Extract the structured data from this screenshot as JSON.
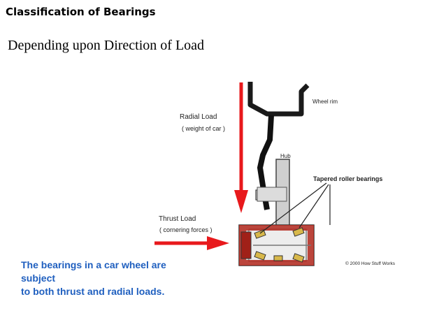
{
  "slide": {
    "title": "Classification of Bearings",
    "subtitle": "Depending upon Direction of Load"
  },
  "diagram": {
    "wheel_rim_label": "Wheel rim",
    "radial_load_label": "Radial Load",
    "radial_load_sublabel": "( weight of car )",
    "hub_label": "Hub",
    "tapered_bearings_label": "Tapered roller bearings",
    "thrust_load_label": "Thrust Load",
    "thrust_load_sublabel": "( cornering forces )",
    "credit": "© 2000 How Stuff Works",
    "colors": {
      "arrow": "#e8191c",
      "rim": "#000000",
      "hub": "#cfcfcf",
      "bearing": "#b52a20",
      "roller": "#d8b84a"
    }
  },
  "caption": {
    "line1": "The bearings in a car wheel are subject",
    "line2": "to both thrust and radial loads."
  }
}
